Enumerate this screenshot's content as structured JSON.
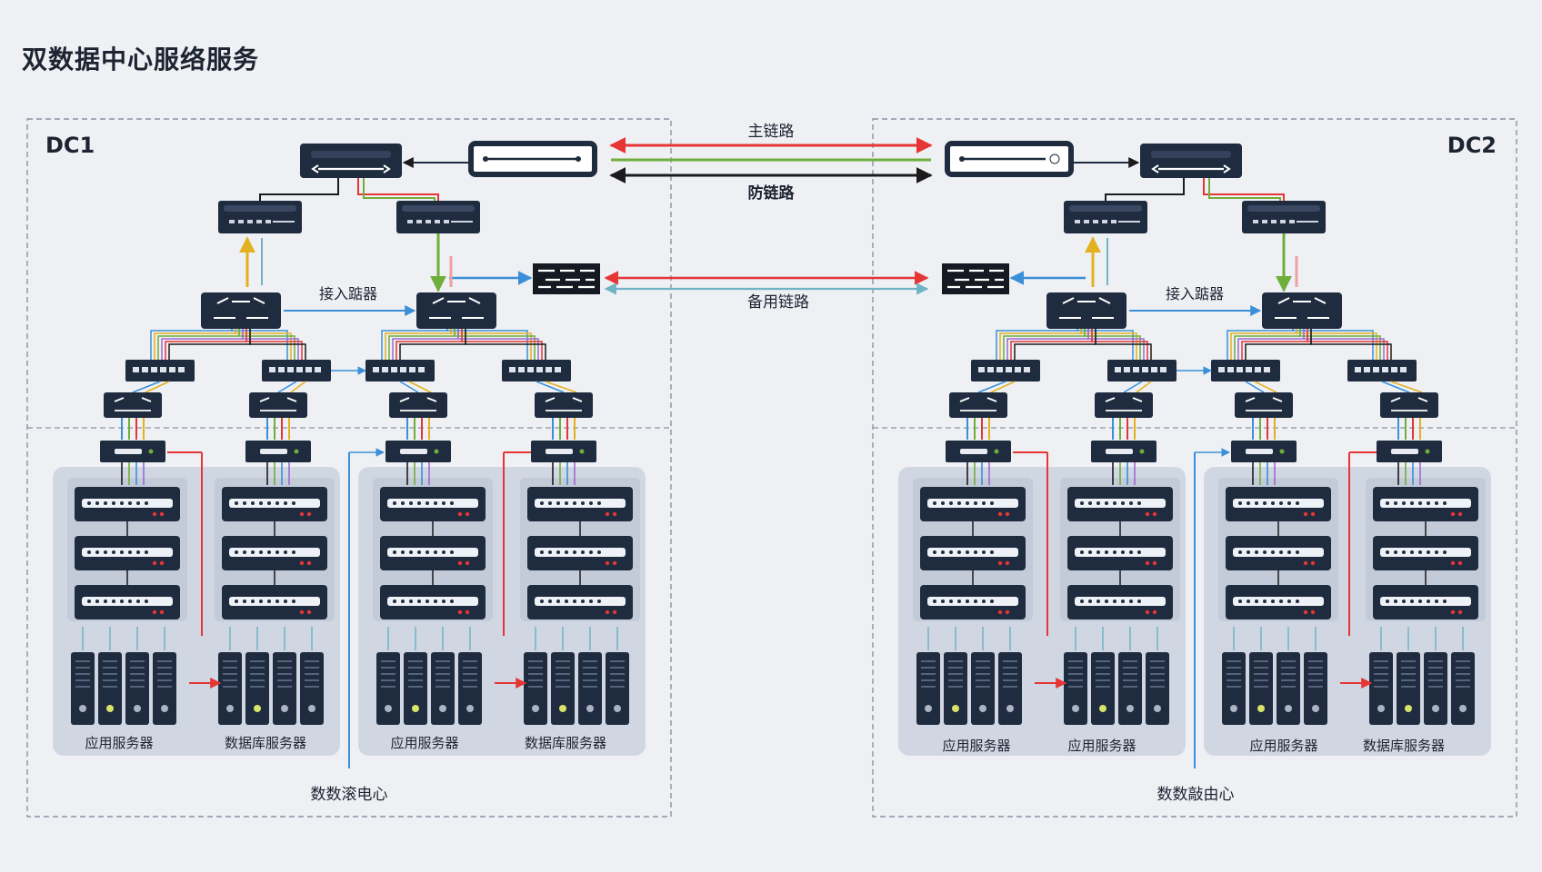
{
  "title": "双数据中心服络服务",
  "dc1": {
    "name": "DC1",
    "access_label": "接入踮器",
    "footer": "数数滚电心",
    "groups": [
      {
        "left_label": "应用服务器",
        "right_label": "数据库服务器"
      },
      {
        "left_label": "应用服务器",
        "right_label": "数据库服务器"
      }
    ]
  },
  "dc2": {
    "name": "DC2",
    "access_label": "接入踮器",
    "footer": "数数敲由心",
    "groups": [
      {
        "left_label": "应用服务器",
        "right_label": "应用服务器"
      },
      {
        "left_label": "应用服务器",
        "right_label": "数据库服务器"
      }
    ]
  },
  "links": {
    "main_label": "主链路",
    "secondary_label": "防链路",
    "backup_label": "备用链路"
  },
  "colors": {
    "device": "#1f2b3e",
    "red": "#e53535",
    "green": "#6fae3a",
    "blue": "#3a8fd8",
    "teal": "#6fb3c4",
    "yellow": "#e3b11f",
    "purple": "#9b6ad0",
    "dark": "#1b1b1b",
    "panel": "#d1d7e2"
  }
}
